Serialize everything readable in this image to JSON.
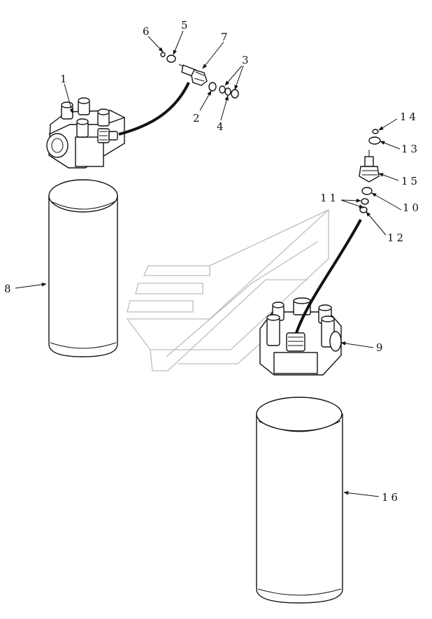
{
  "callouts": {
    "c1": "1",
    "c2": "2",
    "c3": "3",
    "c4": "4",
    "c5": "5",
    "c6": "6",
    "c7": "7",
    "c8": "8",
    "c9": "9",
    "c10": "10",
    "c11": "11",
    "c12": "12",
    "c13": "13",
    "c14": "14",
    "c15": "15",
    "c16": "16"
  },
  "icons": {
    "watermark": "chevron-logo-watermark"
  }
}
